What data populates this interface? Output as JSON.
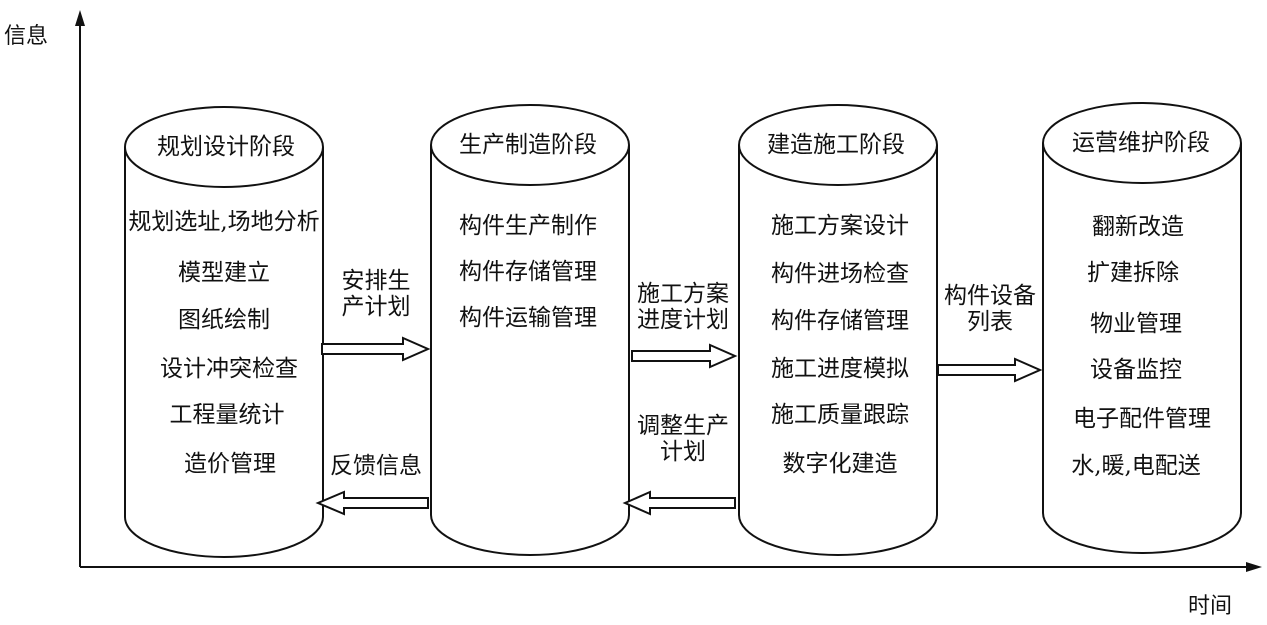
{
  "axes": {
    "y_label": "信息",
    "x_label": "时间"
  },
  "stages": [
    {
      "title": "规划设计阶段",
      "items": [
        "规划选址,场地分析",
        "模型建立",
        "图纸绘制",
        "设计冲突检查",
        "工程量统计",
        "造价管理"
      ]
    },
    {
      "title": "生产制造阶段",
      "items": [
        "构件生产制作",
        "构件存储管理",
        "构件运输管理"
      ]
    },
    {
      "title": "建造施工阶段",
      "items": [
        "施工方案设计",
        "构件进场检查",
        "构件存储管理",
        "施工进度模拟",
        "施工质量跟踪",
        "数字化建造"
      ]
    },
    {
      "title": "运营维护阶段",
      "items": [
        "翻新改造",
        "扩建拆除",
        "物业管理",
        "设备监控",
        "电子配件管理",
        "水,暖,电配送"
      ]
    }
  ],
  "flows": [
    {
      "label_line1": "安排生",
      "label_line2": "产计划",
      "direction": "right"
    },
    {
      "label_line1": "反馈信息",
      "direction": "left"
    },
    {
      "label_line1": "施工方案",
      "label_line2": "进度计划",
      "direction": "right"
    },
    {
      "label_line1": "调整生产",
      "label_line2": "计划",
      "direction": "left"
    },
    {
      "label_line1": "构件设备",
      "label_line2": "列表",
      "direction": "right"
    }
  ]
}
